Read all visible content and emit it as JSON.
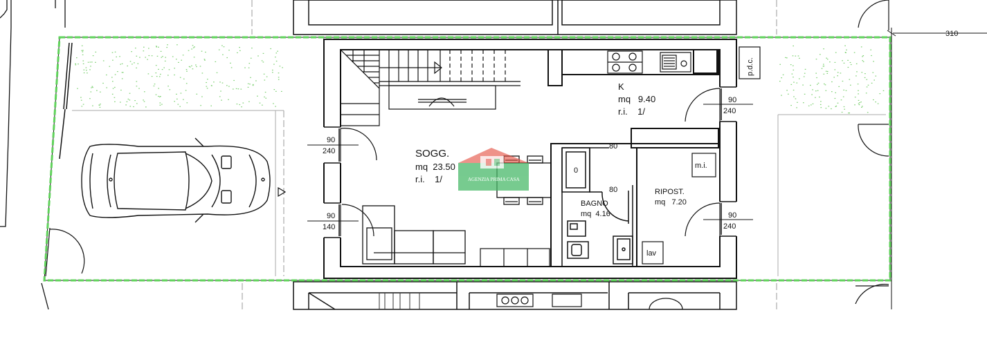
{
  "rooms": {
    "living": {
      "name": "SOGG.",
      "area": "mq  23.50",
      "ri": "r.i.    1/"
    },
    "kitchen": {
      "name": "K",
      "area": "mq   9.40",
      "ri": "r.i.    1/"
    },
    "bath": {
      "name": "BAGNO",
      "area": "mq  4.16"
    },
    "storage": {
      "name": "RIPOST.",
      "area": "mq   7.20"
    }
  },
  "doors": {
    "left_top": {
      "width": "90",
      "height": "240"
    },
    "left_bottom": {
      "width": "90",
      "height": "140"
    },
    "right_top": {
      "width": "90",
      "height": "240"
    },
    "right_bottom": {
      "width": "90",
      "height": "240"
    },
    "bath_top": "80",
    "bath_inner": "80"
  },
  "fixtures": {
    "pdc": "p.d.c.",
    "mi": "m.i.",
    "lav": "lav",
    "shower": "0"
  },
  "dimension": "310",
  "watermark": "AGENZIA PRIMA CASA",
  "colors": {
    "wall": "#111111",
    "boundary": "#5fd35a",
    "grass": "#7bcf6f",
    "watermark_green": "#49b96a",
    "watermark_red": "#e2493b"
  }
}
